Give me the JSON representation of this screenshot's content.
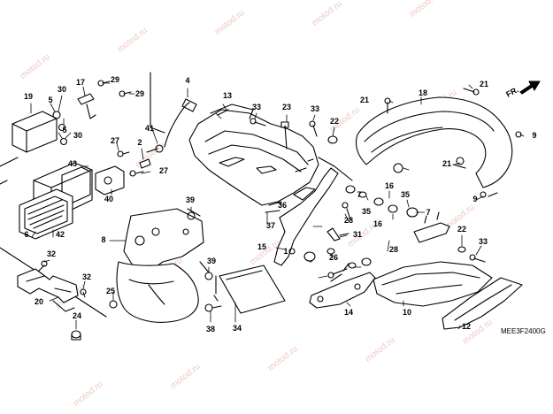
{
  "watermark": "motod.ru",
  "diagram_code": "MEE3F2400G",
  "direction_label": "FR.",
  "callouts": [
    {
      "id": "c1",
      "label": "1"
    },
    {
      "id": "c2",
      "label": "2"
    },
    {
      "id": "c4",
      "label": "4"
    },
    {
      "id": "c5a",
      "label": "5"
    },
    {
      "id": "c5b",
      "label": "5"
    },
    {
      "id": "c6",
      "label": "6"
    },
    {
      "id": "c7a",
      "label": "7"
    },
    {
      "id": "c7b",
      "label": "7"
    },
    {
      "id": "c8",
      "label": "8"
    },
    {
      "id": "c9a",
      "label": "9"
    },
    {
      "id": "c9b",
      "label": "9"
    },
    {
      "id": "c10",
      "label": "10"
    },
    {
      "id": "c12",
      "label": "12"
    },
    {
      "id": "c13",
      "label": "13"
    },
    {
      "id": "c14",
      "label": "14"
    },
    {
      "id": "c15",
      "label": "15"
    },
    {
      "id": "c16a",
      "label": "16"
    },
    {
      "id": "c16b",
      "label": "16"
    },
    {
      "id": "c17",
      "label": "17"
    },
    {
      "id": "c18",
      "label": "18"
    },
    {
      "id": "c19",
      "label": "19"
    },
    {
      "id": "c20",
      "label": "20"
    },
    {
      "id": "c21a",
      "label": "21"
    },
    {
      "id": "c21b",
      "label": "21"
    },
    {
      "id": "c21c",
      "label": "21"
    },
    {
      "id": "c22a",
      "label": "22"
    },
    {
      "id": "c22b",
      "label": "22"
    },
    {
      "id": "c23",
      "label": "23"
    },
    {
      "id": "c24",
      "label": "24"
    },
    {
      "id": "c25",
      "label": "25"
    },
    {
      "id": "c26",
      "label": "26"
    },
    {
      "id": "c27a",
      "label": "27"
    },
    {
      "id": "c27b",
      "label": "27"
    },
    {
      "id": "c28a",
      "label": "28"
    },
    {
      "id": "c28b",
      "label": "28"
    },
    {
      "id": "c29a",
      "label": "29"
    },
    {
      "id": "c29b",
      "label": "29"
    },
    {
      "id": "c30a",
      "label": "30"
    },
    {
      "id": "c30b",
      "label": "30"
    },
    {
      "id": "c31",
      "label": "31"
    },
    {
      "id": "c32a",
      "label": "32"
    },
    {
      "id": "c32b",
      "label": "32"
    },
    {
      "id": "c33a",
      "label": "33"
    },
    {
      "id": "c33b",
      "label": "33"
    },
    {
      "id": "c33c",
      "label": "33"
    },
    {
      "id": "c34",
      "label": "34"
    },
    {
      "id": "c35a",
      "label": "35"
    },
    {
      "id": "c35b",
      "label": "35"
    },
    {
      "id": "c36",
      "label": "36"
    },
    {
      "id": "c37",
      "label": "37"
    },
    {
      "id": "c38",
      "label": "38"
    },
    {
      "id": "c39a",
      "label": "39"
    },
    {
      "id": "c39b",
      "label": "39"
    },
    {
      "id": "c40",
      "label": "40"
    },
    {
      "id": "c41",
      "label": "41"
    },
    {
      "id": "c42",
      "label": "42"
    },
    {
      "id": "c43",
      "label": "43"
    }
  ]
}
